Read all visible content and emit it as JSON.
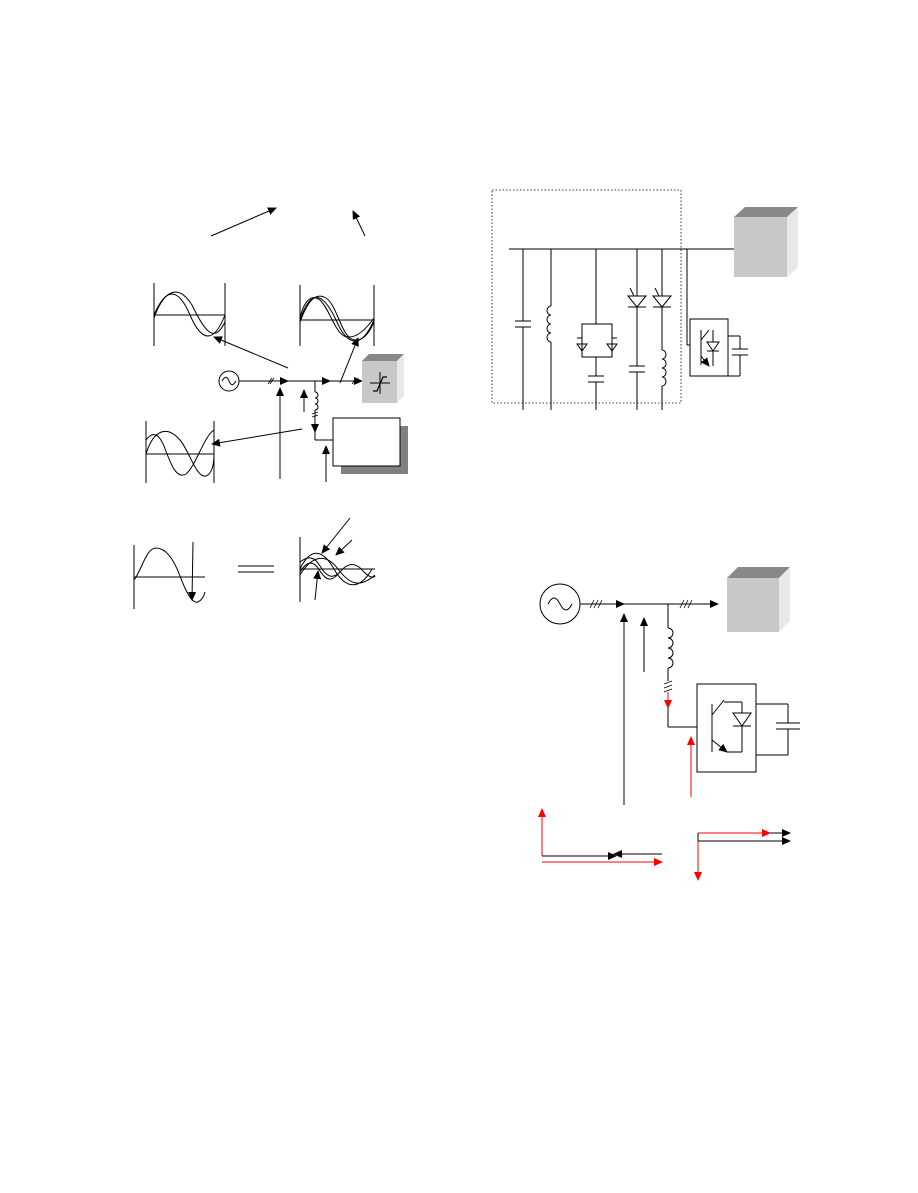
{
  "page": {
    "background": "#ffffff",
    "line_color": "#000000",
    "highlight_color": "#ff0000",
    "box_shade_front": "#c8c8c8",
    "box_shade_side": "#e8e8e8",
    "box_shade_top": "#888888"
  },
  "figures": [
    {
      "id": "harmonic-compensation",
      "text_labels": []
    },
    {
      "id": "svc-shunt-topology",
      "text_labels": []
    },
    {
      "id": "shunt-active-filter-flow",
      "text_labels": []
    }
  ]
}
